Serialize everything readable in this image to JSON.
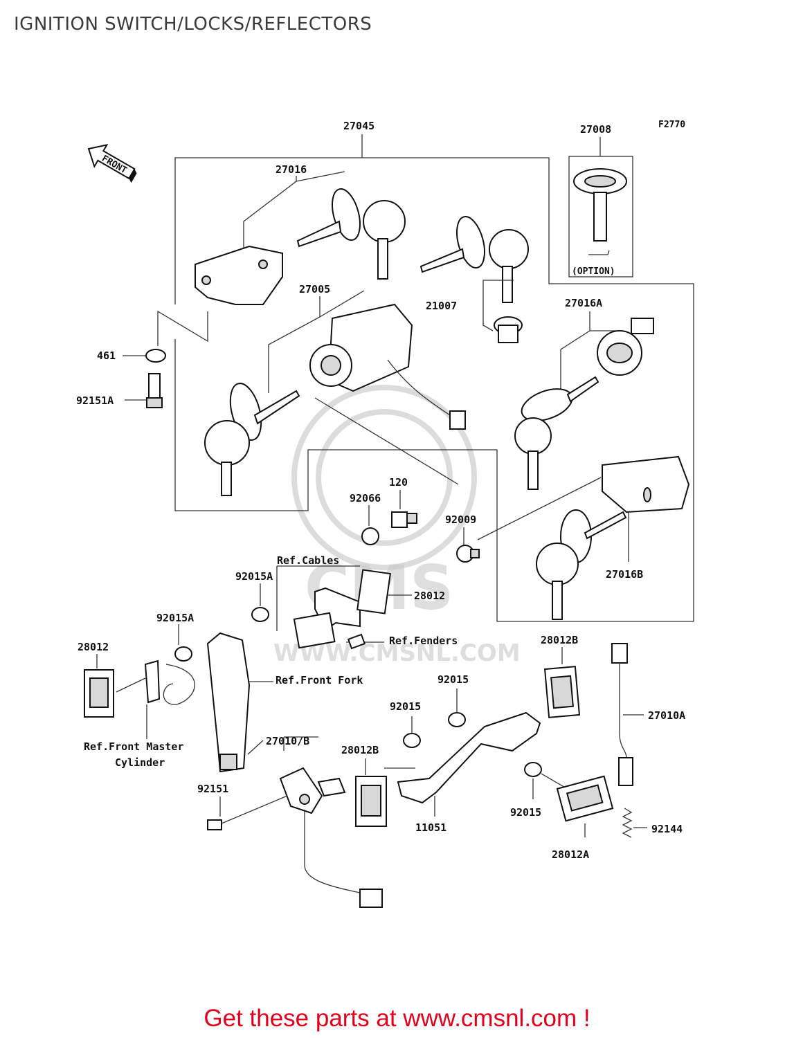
{
  "header": {
    "title": "IGNITION SWITCH/LOCKS/REFLECTORS"
  },
  "diagram": {
    "figure_code": "F2770",
    "front_arrow_text": "FRONT",
    "watermark": {
      "site": "WWW.CMSNL.COM",
      "logo": "CMS"
    },
    "labels": {
      "p27045": "27045",
      "p27008": "27008",
      "option": "(OPTION)",
      "p27016": "27016",
      "p27005": "27005",
      "p21007": "21007",
      "p27016A": "27016A",
      "p461": "461",
      "p92151A": "92151A",
      "p120": "120",
      "p92066": "92066",
      "p92009": "92009",
      "ref_cables": "Ref.Cables",
      "p92015A_1": "92015A",
      "p28012_1": "28012",
      "p27016B": "27016B",
      "p92015A_2": "92015A",
      "p28012_2": "28012",
      "ref_fenders": "Ref.Fenders",
      "p28012B_1": "28012B",
      "ref_front_fork": "Ref.Front Fork",
      "p92015_1": "92015",
      "p92015_2": "92015",
      "p27010A": "27010A",
      "ref_front_master_1": "Ref.Front Master",
      "ref_front_master_2": "Cylinder",
      "p27010B": "27010/B",
      "p28012B_2": "28012B",
      "p92151": "92151",
      "p92015_3": "92015",
      "p11051": "11051",
      "p92144": "92144",
      "p28012A": "28012A"
    }
  },
  "footer": {
    "text": "Get these parts at www.cmsnl.com !"
  },
  "colors": {
    "footer_text": "#e2001a",
    "title_text": "#3a3a3a"
  }
}
